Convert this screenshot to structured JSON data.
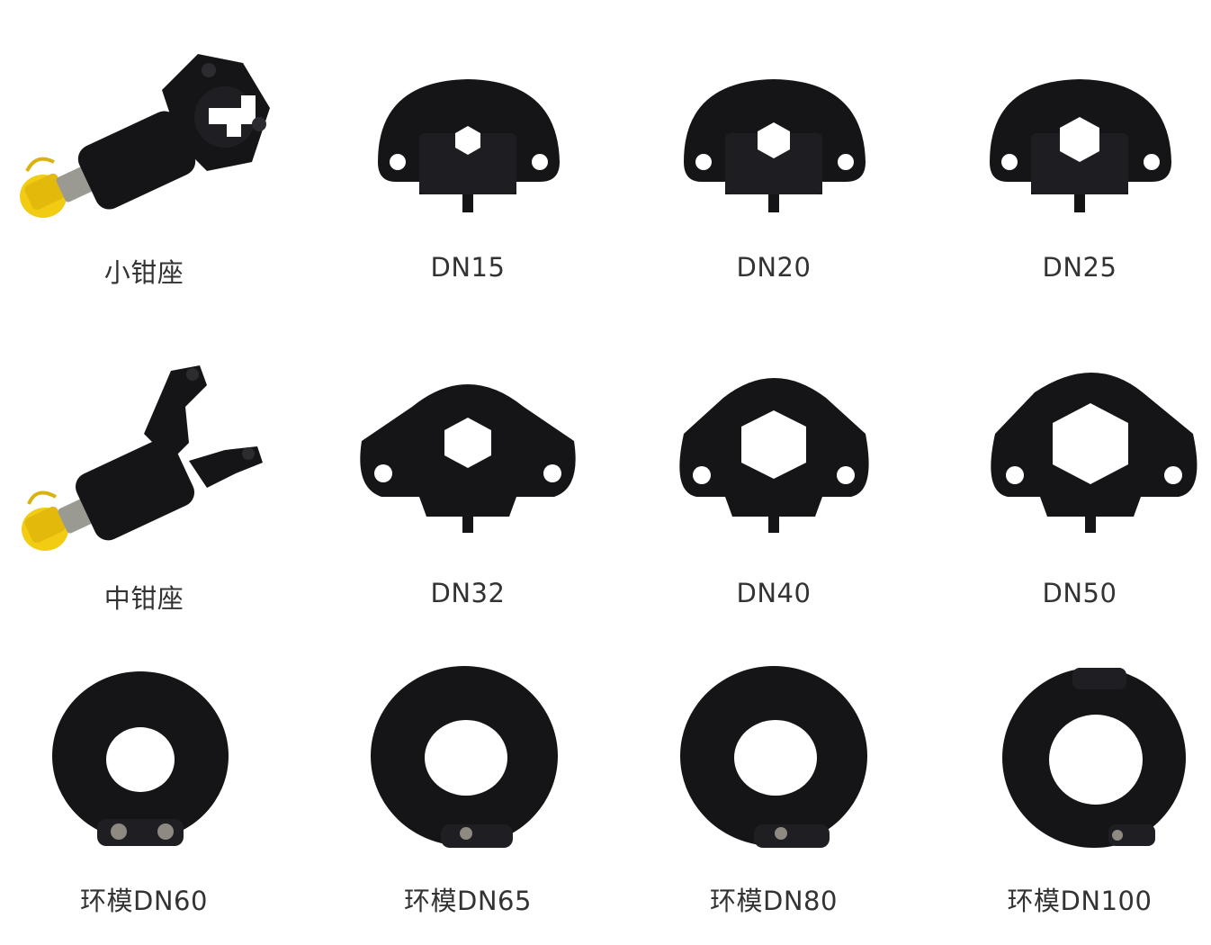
{
  "colors": {
    "die": "#151518",
    "die_edge": "#2a2a2e",
    "plug": "#f2cc12",
    "label": "#333333"
  },
  "items": [
    {
      "label": "小钳座",
      "icon": "small-clamp-head-icon"
    },
    {
      "label": "DN15",
      "icon": "half-die-icon"
    },
    {
      "label": "DN20",
      "icon": "half-die-icon"
    },
    {
      "label": "DN25",
      "icon": "half-die-icon"
    },
    {
      "label": "中钳座",
      "icon": "medium-clamp-head-icon"
    },
    {
      "label": "DN32",
      "icon": "half-die-icon"
    },
    {
      "label": "DN40",
      "icon": "half-die-icon"
    },
    {
      "label": "DN50",
      "icon": "half-die-icon"
    },
    {
      "label": "环模DN60",
      "icon": "ring-die-icon"
    },
    {
      "label": "环模DN65",
      "icon": "ring-die-icon"
    },
    {
      "label": "环模DN80",
      "icon": "ring-die-icon"
    },
    {
      "label": "环模DN100",
      "icon": "ring-die-icon"
    }
  ]
}
